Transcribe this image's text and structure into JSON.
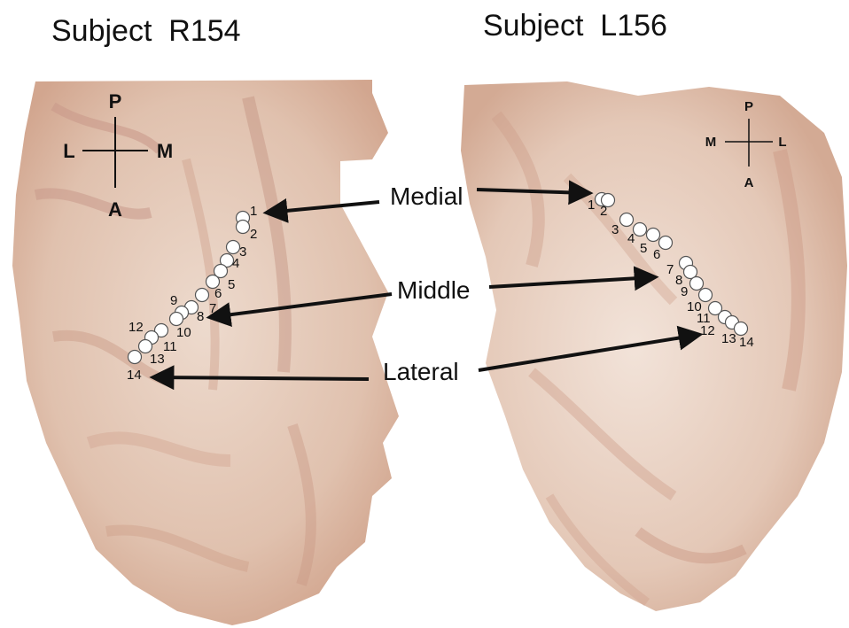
{
  "titles": {
    "left": "Subject  R154",
    "right": "Subject  L156"
  },
  "labels": {
    "medial": "Medial",
    "middle": "Middle",
    "lateral": "Lateral"
  },
  "compass_left": {
    "top": "P",
    "bottom": "A",
    "left": "L",
    "right": "M"
  },
  "compass_right": {
    "top": "P",
    "bottom": "A",
    "left": "M",
    "right": "L"
  },
  "electrodes_left": [
    "1",
    "2",
    "3",
    "4",
    "5",
    "6",
    "7",
    "8",
    "9",
    "10",
    "11",
    "12",
    "13",
    "14"
  ],
  "electrodes_right": [
    "1",
    "2",
    "3",
    "4",
    "5",
    "6",
    "7",
    "8",
    "9",
    "10",
    "11",
    "12",
    "13",
    "14"
  ],
  "colors": {
    "tissue_light": "#f1e0d6",
    "tissue_mid": "#dcb8a4",
    "tissue_dark": "#c48f78",
    "electrode_fill": "#ffffff",
    "electrode_stroke": "#555555",
    "arrow": "#111111"
  }
}
